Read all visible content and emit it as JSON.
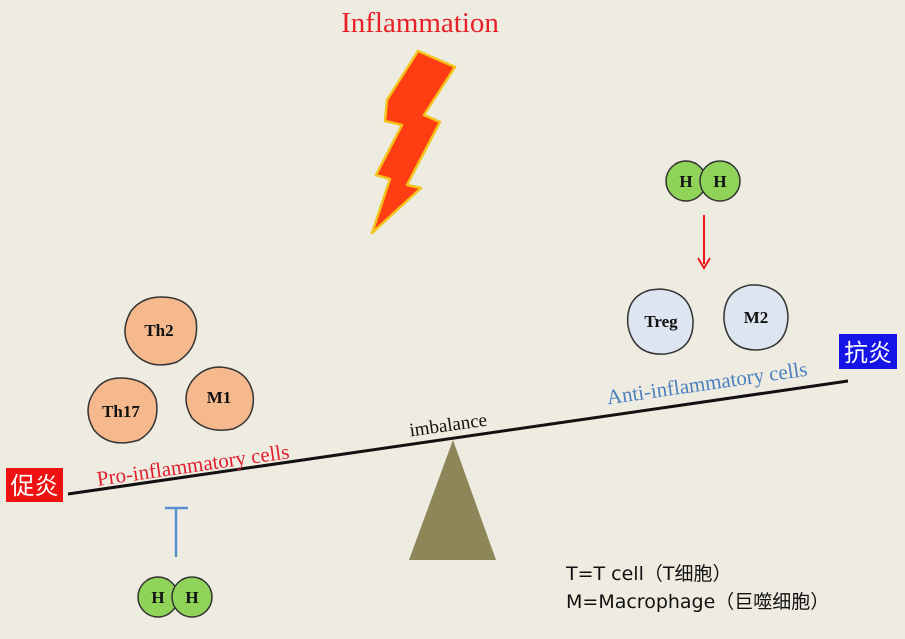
{
  "title": "Inflammation",
  "fulcrum_label": "imbalance",
  "pro_side": {
    "label": "Pro-inflammatory cells",
    "tag": "促炎",
    "cells": [
      "Th2",
      "Th17",
      "M1"
    ],
    "regulator": {
      "cells": [
        "H",
        "H"
      ],
      "effect": "inhibit"
    }
  },
  "anti_side": {
    "label": "Anti-inflammatory cells",
    "tag": "抗炎",
    "cells": [
      "Treg",
      "M2"
    ],
    "regulator": {
      "cells": [
        "H",
        "H"
      ],
      "effect": "promote"
    }
  },
  "legend": {
    "line1": "T=T cell（T细胞）",
    "line2": "M=Macrophage（巨噬细胞）"
  },
  "colors": {
    "background": "#eeebe0",
    "title": "#e8202a",
    "bolt_fill": "#ff3d12",
    "bolt_stroke": "#f2c41c",
    "pro_text": "#e01e2e",
    "anti_text": "#4a7fc0",
    "pro_cell_fill": "#f5b98d",
    "anti_cell_fill": "#dde5f1",
    "h_cell_fill": "#8fd358",
    "fulcrum_fill": "#8c8658",
    "tag_pro_bg": "#ee1111",
    "tag_anti_bg": "#1414e6",
    "inhibit_line": "#5a8fd0",
    "promote_arrow": "#e81c1c"
  }
}
